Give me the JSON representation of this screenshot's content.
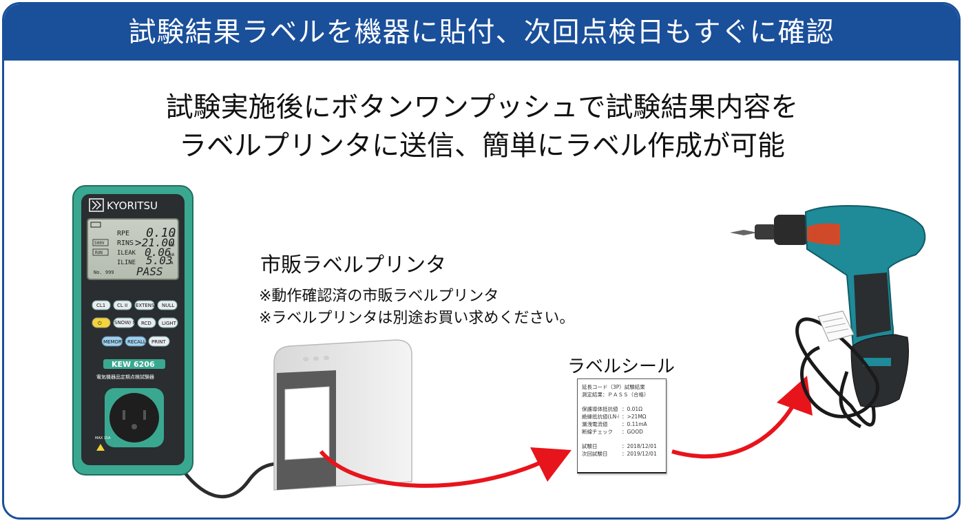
{
  "banner": {
    "title": "試験結果ラベルを機器に貼付、次回点検日もすぐに確認"
  },
  "headline": {
    "line1": "試験実施後にボタンワンプッシュで試験結果内容を",
    "line2": "ラベルプリンタに送信、簡単にラベル作成が可能"
  },
  "printer": {
    "title": "市販ラベルプリンタ",
    "note1": "※動作確認済の市販ラベルプリンタ",
    "note2": "※ラベルプリンタは別途お買い求めください。"
  },
  "label": {
    "title": "ラベルシール",
    "line1": "延長コード（3P）試験結果",
    "line2": "測定結果：ＰＡＳＳ（合格）",
    "rows": [
      {
        "k": "保護導体抵抗値",
        "v": "：0.01Ω"
      },
      {
        "k": "絶縁抵抗値(LN-E間)",
        "v": "：>21MΩ"
      },
      {
        "k": "漏洩電流値",
        "v": "：0.11mA"
      },
      {
        "k": "断線チェック",
        "v": "：GOOD"
      }
    ],
    "dates": [
      {
        "k": "試験日",
        "v": "：2018/12/01"
      },
      {
        "k": "次回試験日",
        "v": "：2019/12/01"
      }
    ]
  },
  "meter": {
    "brand": "KYORITSU",
    "model": "KEW 6206",
    "subtitle": "電気機器品定期点検試験器",
    "lcd": {
      "r1_label": "RPE",
      "r1_value": "0.10",
      "r1_unit": "Ω",
      "r2_label": "RINS",
      "r2_value": ">21.00",
      "r2_unit": "MΩ",
      "r3_label": "ILEAK",
      "r3_value": "0.06",
      "r3_unit": "mA",
      "r4_label": "ILINE",
      "r4_value": "5.03",
      "r4_unit": "A",
      "result": "PASS",
      "number": "No. 999",
      "tag_500v": "500V",
      "tag_run": "RUN"
    },
    "buttons": {
      "cl1": "CL1",
      "cl2": "CL II",
      "extension": "EXTENSION",
      "null": "NULL",
      "power": "⏻",
      "snow": "SNOW/ NOSNOW",
      "rcd": "RCD",
      "light": "LIGHT",
      "memory": "MEMORY",
      "recall": "RECALL",
      "print": "PRINT"
    },
    "max": "MAX 15A"
  },
  "colors": {
    "banner": "#1a4f9a",
    "arrow": "#e8141c",
    "meter_body": "#3aa891",
    "meter_dark": "#2a2e30"
  }
}
